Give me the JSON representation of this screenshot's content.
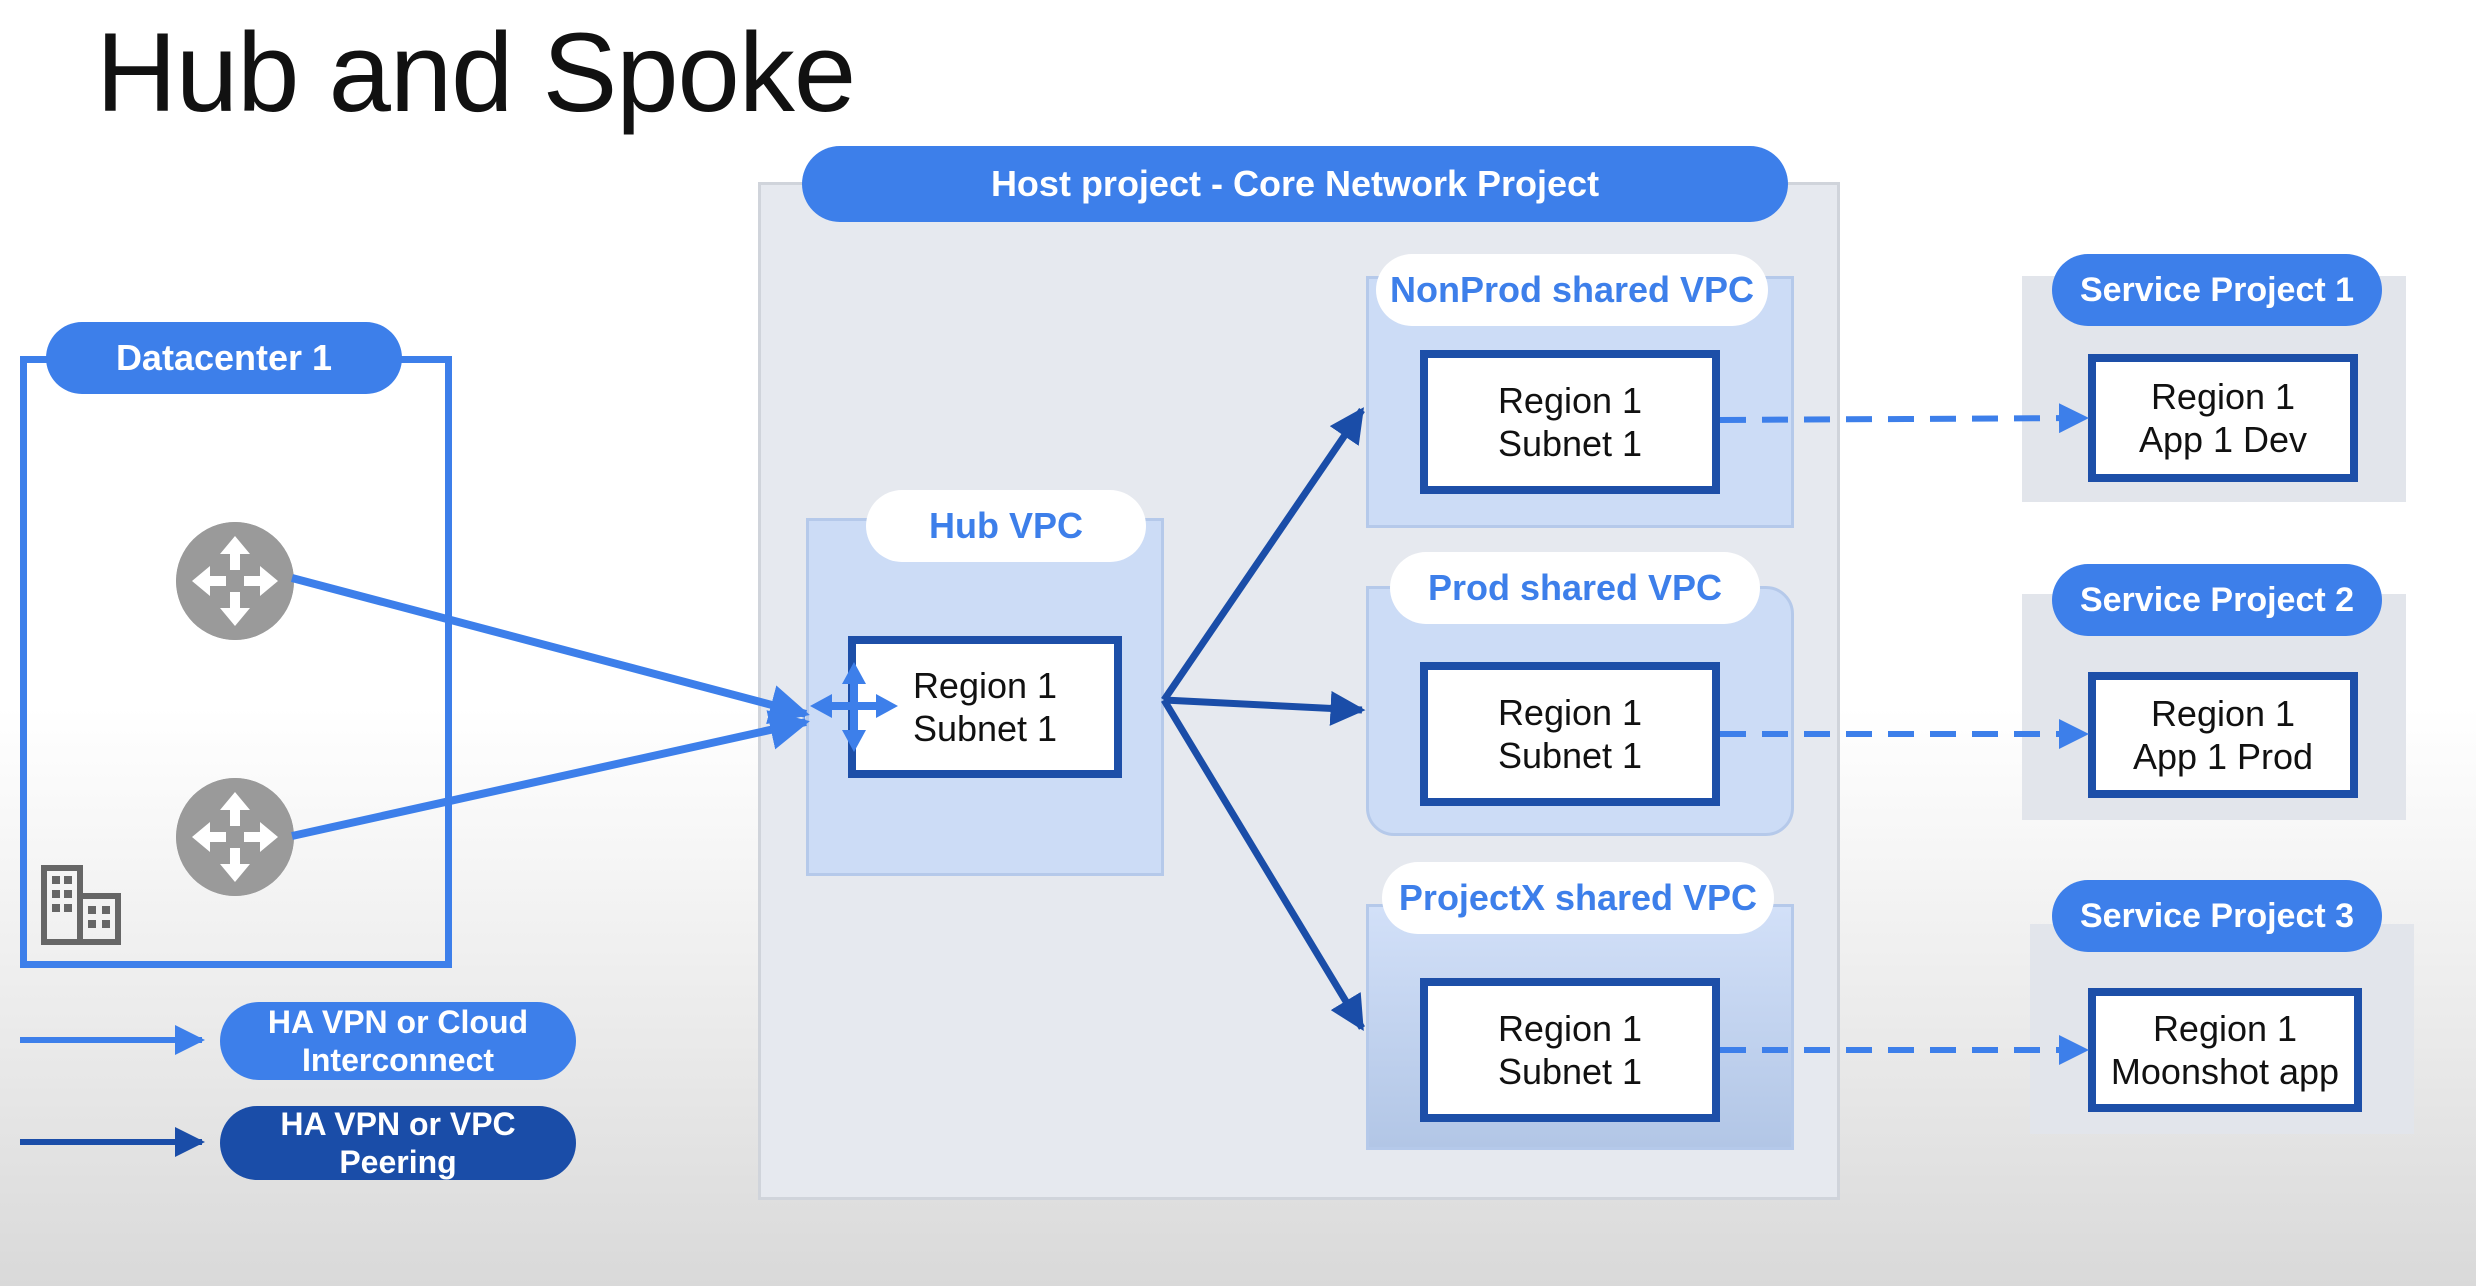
{
  "title": "Hub and Spoke",
  "host_project": {
    "label": "Host project - Core Network Project"
  },
  "hub_vpc": {
    "label": "Hub VPC",
    "subnet": {
      "line1": "Region 1",
      "line2": "Subnet 1"
    }
  },
  "shared_vpcs": [
    {
      "label": "NonProd shared VPC",
      "subnet": {
        "line1": "Region 1",
        "line2": "Subnet 1"
      }
    },
    {
      "label": "Prod shared VPC",
      "subnet": {
        "line1": "Region 1",
        "line2": "Subnet 1"
      }
    },
    {
      "label": "ProjectX shared VPC",
      "subnet": {
        "line1": "Region 1",
        "line2": "Subnet 1"
      }
    }
  ],
  "service_projects": [
    {
      "label": "Service Project 1",
      "app": {
        "line1": "Region 1",
        "line2": "App 1 Dev"
      }
    },
    {
      "label": "Service Project 2",
      "app": {
        "line1": "Region 1",
        "line2": "App 1 Prod"
      }
    },
    {
      "label": "Service Project 3",
      "app": {
        "line1": "Region 1",
        "line2": "Moonshot app"
      }
    }
  ],
  "datacenter": {
    "label": "Datacenter 1",
    "routers": [
      "router-icon",
      "router-icon"
    ],
    "building_icon": "building-icon"
  },
  "legend": [
    {
      "label": "HA VPN or Cloud Interconnect",
      "line1": "HA VPN or Cloud",
      "line2": "Interconnect",
      "color": "#3d7fea"
    },
    {
      "label": "HA VPN or VPC Peering",
      "line1": "HA VPN or VPC",
      "line2": "Peering",
      "color": "#1a4da8"
    }
  ],
  "colors": {
    "accent": "#3d7fea",
    "dark_accent": "#1a4da8",
    "box_border": "#1d4fa8",
    "vpc_fill": "#ccdcf6",
    "host_fill": "#e6e9ef"
  }
}
